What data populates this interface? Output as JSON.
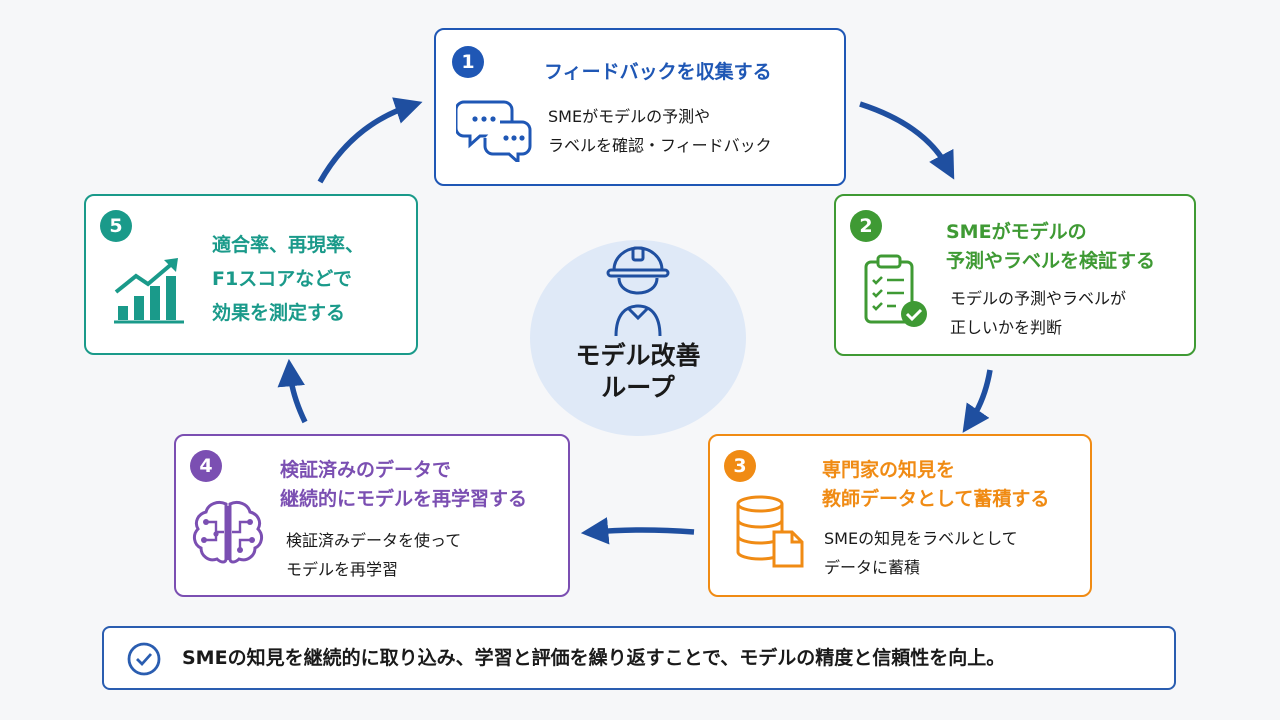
{
  "hub": {
    "label_line1": "モデル改善",
    "label_line2": "ループ"
  },
  "steps": [
    {
      "number": "1",
      "title_lines": [
        "フィードバックを収集する"
      ],
      "desc_lines": [
        "SMEがモデルの予測や",
        "ラベルを確認・フィードバック"
      ],
      "icon": "chat-bubbles-icon",
      "color": "#1f57b5"
    },
    {
      "number": "2",
      "title_lines": [
        "SMEがモデルの",
        "予測やラベルを検証する"
      ],
      "desc_lines": [
        "モデルの予測やラベルが",
        "正しいかを判断"
      ],
      "icon": "clipboard-check-icon",
      "color": "#3f9a34"
    },
    {
      "number": "3",
      "title_lines": [
        "専門家の知見を",
        "教師データとして蓄積する"
      ],
      "desc_lines": [
        "SMEの知見をラベルとして",
        "データに蓄積"
      ],
      "icon": "database-document-icon",
      "color": "#f08b14"
    },
    {
      "number": "4",
      "title_lines": [
        "検証済みのデータで",
        "継続的にモデルを再学習する"
      ],
      "desc_lines": [
        "検証済みデータを使って",
        "モデルを再学習"
      ],
      "icon": "brain-circuit-icon",
      "color": "#7b4fb2"
    },
    {
      "number": "5",
      "title_lines": [
        "適合率、再現率、",
        "F1スコアなどで",
        "効果を測定する"
      ],
      "desc_lines": [],
      "icon": "growth-chart-icon",
      "color": "#1a9a8a"
    }
  ],
  "summary": {
    "text": "SMEの知見を継続的に取り込み、学習と評価を繰り返すことで、モデルの精度と信頼性を向上。",
    "icon": "check-circle-icon"
  },
  "colors": {
    "arrow": "#1f4fa0",
    "hub_bg": "#dfe9f7",
    "summary_border": "#2a5db0"
  }
}
